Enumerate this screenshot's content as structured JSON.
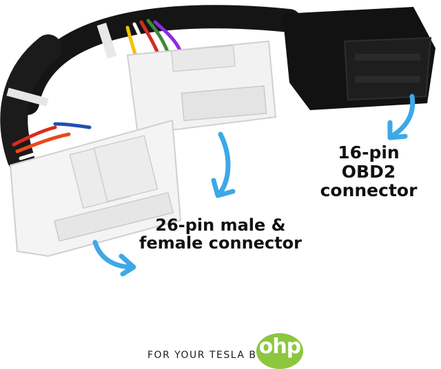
{
  "labels": {
    "obd_line1": "16-pin",
    "obd_line2": "OBD2 connector",
    "pin26_line1": "26-pin male &",
    "pin26_line2": "female connector"
  },
  "footer": {
    "text": "FOR YOUR TESLA BY",
    "logo_text": "ohp"
  },
  "colors": {
    "arrow": "#3ea8e6",
    "logo": "#8dc63f",
    "connector_white": "#f2f2f2",
    "cable_black": "#151515"
  }
}
